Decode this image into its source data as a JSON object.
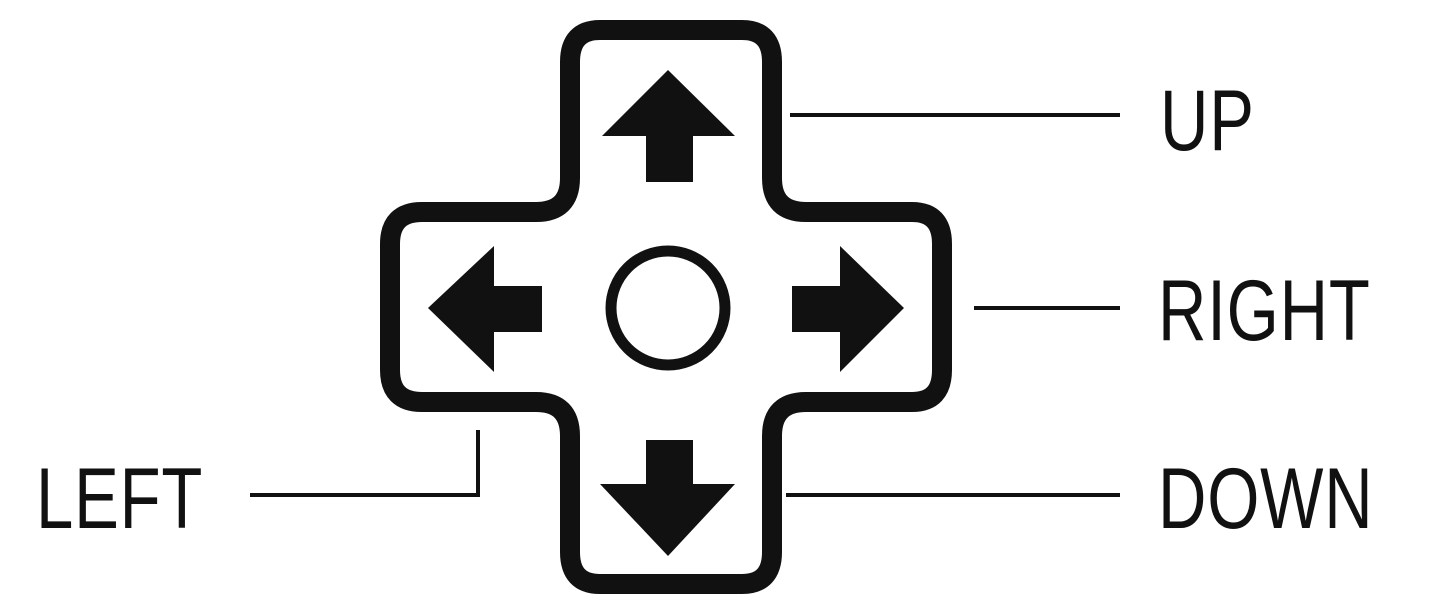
{
  "labels": {
    "up": "UP",
    "right": "RIGHT",
    "down": "DOWN",
    "left": "LEFT"
  },
  "icons": {
    "dpad": "dpad-cross-icon",
    "up": "arrow-up-icon",
    "down": "arrow-down-icon",
    "left": "arrow-left-icon",
    "right": "arrow-right-icon",
    "center": "center-circle-icon"
  },
  "colors": {
    "ink": "#111111",
    "background": "#ffffff"
  }
}
